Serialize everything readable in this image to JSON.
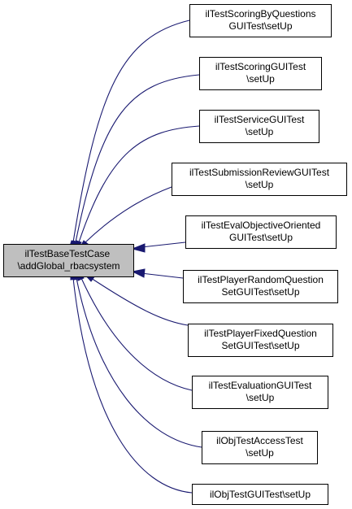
{
  "colors": {
    "edge": "#191970",
    "source_fill": "#bfbfbf",
    "node_fill": "#ffffff",
    "border": "#000000"
  },
  "source": {
    "lines": [
      "ilTestBaseTestCase",
      "\\addGlobal_rbacsystem"
    ]
  },
  "callers": [
    {
      "lines": [
        "ilTestScoringByQuestions",
        "GUITest\\setUp"
      ]
    },
    {
      "lines": [
        "ilTestScoringGUITest",
        "\\setUp"
      ]
    },
    {
      "lines": [
        "ilTestServiceGUITest",
        "\\setUp"
      ]
    },
    {
      "lines": [
        "ilTestSubmissionReviewGUITest",
        "\\setUp"
      ]
    },
    {
      "lines": [
        "ilTestEvalObjectiveOriented",
        "GUITest\\setUp"
      ]
    },
    {
      "lines": [
        "ilTestPlayerRandomQuestion",
        "SetGUITest\\setUp"
      ]
    },
    {
      "lines": [
        "ilTestPlayerFixedQuestion",
        "SetGUITest\\setUp"
      ]
    },
    {
      "lines": [
        "ilTestEvaluationGUITest",
        "\\setUp"
      ]
    },
    {
      "lines": [
        "ilObjTestAccessTest",
        "\\setUp"
      ]
    },
    {
      "lines": [
        "ilObjTestGUITest\\setUp"
      ]
    }
  ]
}
